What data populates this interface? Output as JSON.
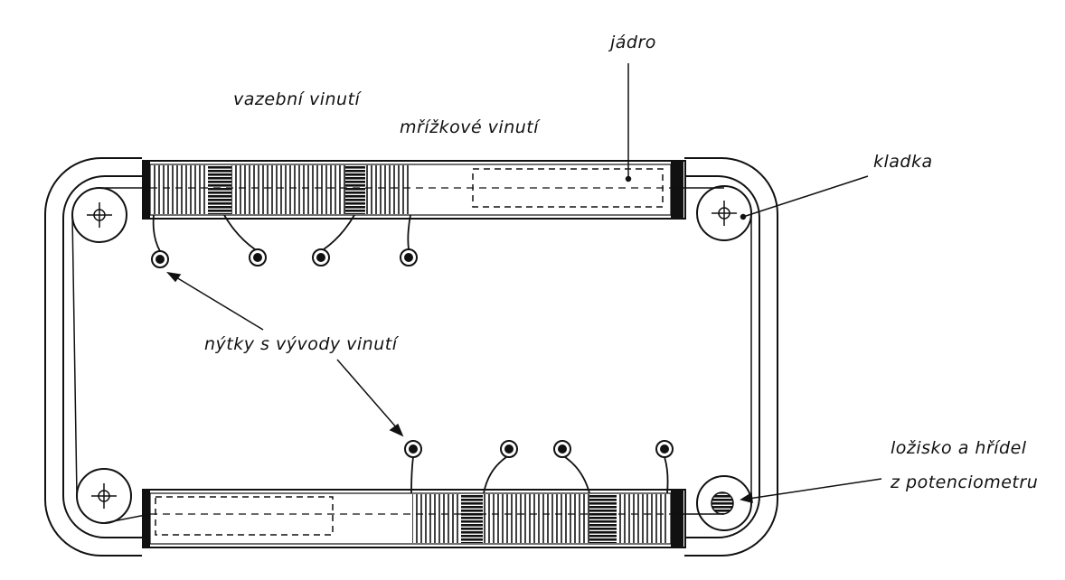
{
  "labels": {
    "core": "jádro",
    "coupling_winding": "vazební vinutí",
    "grid_winding": "mřížkové vinutí",
    "pulley": "kladka",
    "rivets": "nýtky s vývody vinutí",
    "bearing_line1": "ložisko a hřídel",
    "bearing_line2": "z potenciometru"
  },
  "colors": {
    "ink": "#111111",
    "paper": "#ffffff"
  }
}
